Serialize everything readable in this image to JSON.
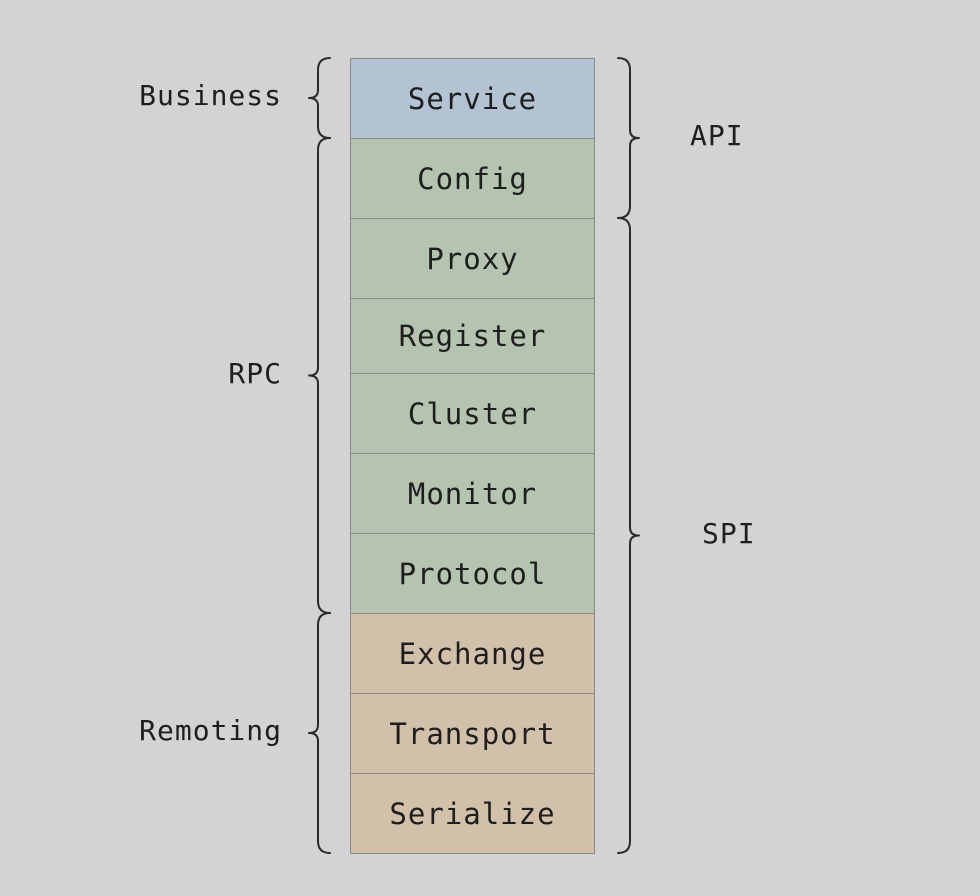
{
  "layers": [
    {
      "label": "Service",
      "color": "#b3c3d4",
      "group": "Business"
    },
    {
      "label": "Config",
      "color": "#b4c4b1",
      "group": "RPC"
    },
    {
      "label": "Proxy",
      "color": "#b4c4b1",
      "group": "RPC"
    },
    {
      "label": "Register",
      "color": "#b4c4b1",
      "group": "RPC"
    },
    {
      "label": "Cluster",
      "color": "#b4c4b1",
      "group": "RPC"
    },
    {
      "label": "Monitor",
      "color": "#b4c4b1",
      "group": "RPC"
    },
    {
      "label": "Protocol",
      "color": "#b4c4b1",
      "group": "RPC"
    },
    {
      "label": "Exchange",
      "color": "#d2c0aa",
      "group": "Remoting"
    },
    {
      "label": "Transport",
      "color": "#d2c0aa",
      "group": "Remoting"
    },
    {
      "label": "Serialize",
      "color": "#d2c0aa",
      "group": "Remoting"
    }
  ],
  "left_groups": [
    {
      "label": "Business",
      "from": "Service",
      "to": "Service"
    },
    {
      "label": "RPC",
      "from": "Config",
      "to": "Protocol"
    },
    {
      "label": "Remoting",
      "from": "Exchange",
      "to": "Serialize"
    }
  ],
  "right_groups": [
    {
      "label": "API",
      "from": "Service",
      "to": "Config"
    },
    {
      "label": "SPI",
      "from": "Proxy",
      "to": "Serialize"
    }
  ]
}
